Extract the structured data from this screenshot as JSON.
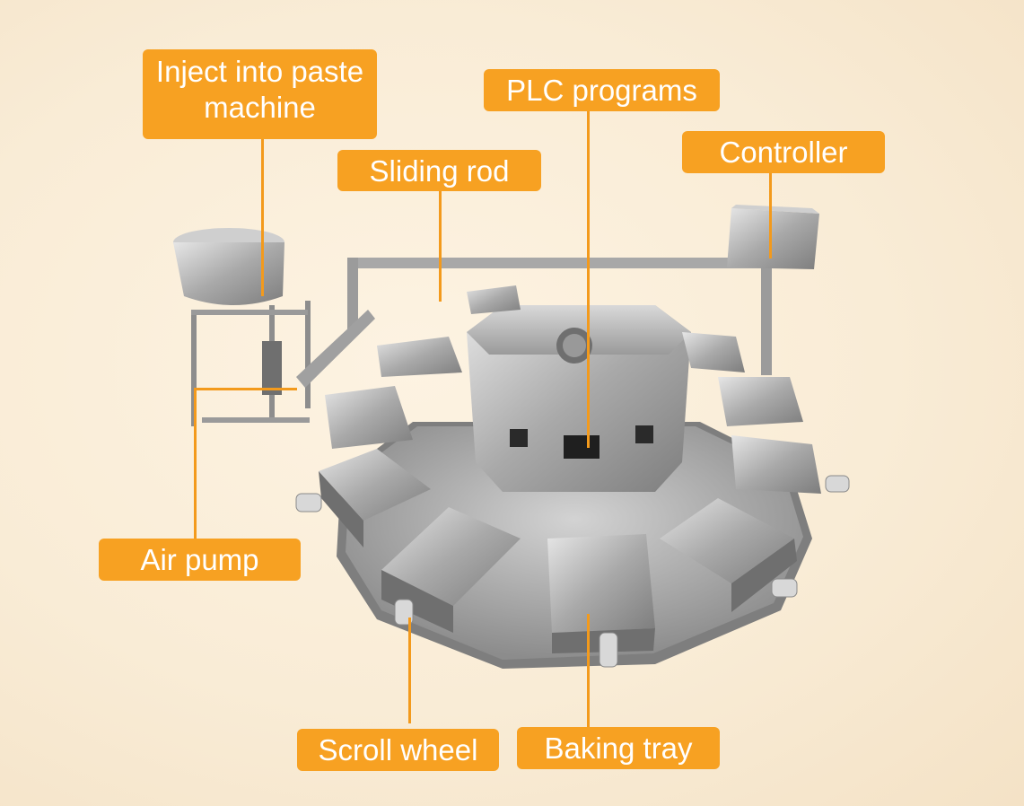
{
  "labels": {
    "inject": "Inject into paste machine",
    "plc": "PLC programs",
    "sliding_rod": "Sliding rod",
    "controller": "Controller",
    "air_pump": "Air pump",
    "scroll_wheel": "Scroll wheel",
    "baking_tray": "Baking tray"
  },
  "colors": {
    "callout_bg": "#f7a122",
    "callout_text": "#ffffff",
    "background": "#fbefdc",
    "steel": "#b9b9b9"
  }
}
